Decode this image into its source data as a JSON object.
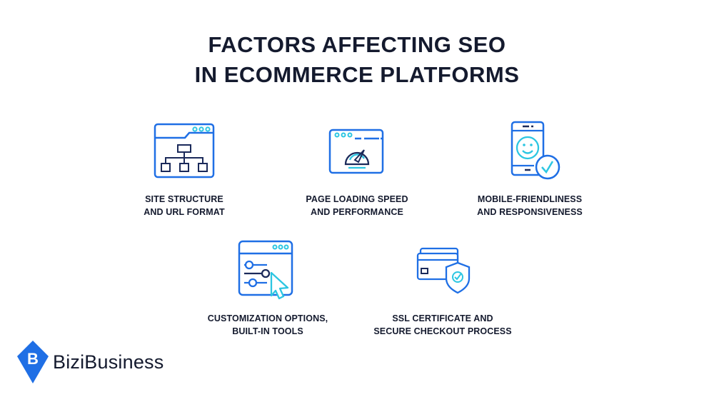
{
  "title": {
    "line1": "FACTORS AFFECTING SEO",
    "line2": "IN ECOMMERCE PLATFORMS"
  },
  "factors": [
    {
      "line1": "SITE STRUCTURE",
      "line2": "AND URL FORMAT",
      "icon": "sitemap-browser-icon"
    },
    {
      "line1": "PAGE LOADING SPEED",
      "line2": "AND PERFORMANCE",
      "icon": "speedometer-browser-icon"
    },
    {
      "line1": "MOBILE-FRIENDLINESS",
      "line2": "AND RESPONSIVENESS",
      "icon": "smiley-phone-check-icon"
    },
    {
      "line1": "CUSTOMIZATION OPTIONS,",
      "line2": "BUILT-IN TOOLS",
      "icon": "sliders-cursor-icon"
    },
    {
      "line1": "SSL CERTIFICATE AND",
      "line2": "SECURE CHECKOUT PROCESS",
      "icon": "card-shield-icon"
    }
  ],
  "brand": {
    "name": "BiziBusiness",
    "mark": "B"
  },
  "colors": {
    "blue": "#1f6fe5",
    "cyan": "#2cc6e2",
    "navy": "#1b2a5a",
    "text": "#141a2e"
  }
}
